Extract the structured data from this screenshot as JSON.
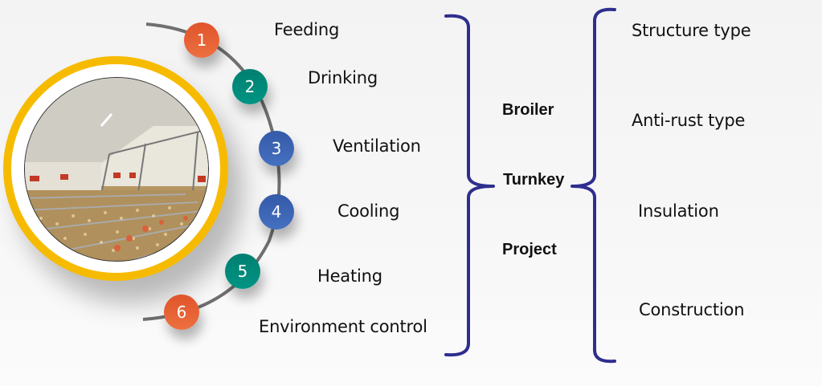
{
  "diagram": {
    "steps": [
      {
        "number": "1",
        "label": "Feeding",
        "color": "#e5622e"
      },
      {
        "number": "2",
        "label": "Drinking",
        "color": "#008a7a"
      },
      {
        "number": "3",
        "label": "Ventilation",
        "color": "#3d65b5"
      },
      {
        "number": "4",
        "label": "Cooling",
        "color": "#3d65b5"
      },
      {
        "number": "5",
        "label": "Heating",
        "color": "#008a7a"
      },
      {
        "number": "6",
        "label": "Environment control",
        "color": "#e5622e"
      }
    ],
    "center": {
      "line1": "Broiler",
      "line2": "Turnkey",
      "line3": "Project"
    },
    "aspects": [
      {
        "label": "Structure type"
      },
      {
        "label": "Anti-rust type"
      },
      {
        "label": "Insulation"
      },
      {
        "label": "Construction"
      }
    ],
    "photo": {
      "subject": "broiler-house-interior"
    },
    "colors": {
      "brace": "#2e2e8f",
      "arc": "#6f6f6f",
      "photo_ring": "#f6bb00"
    }
  }
}
